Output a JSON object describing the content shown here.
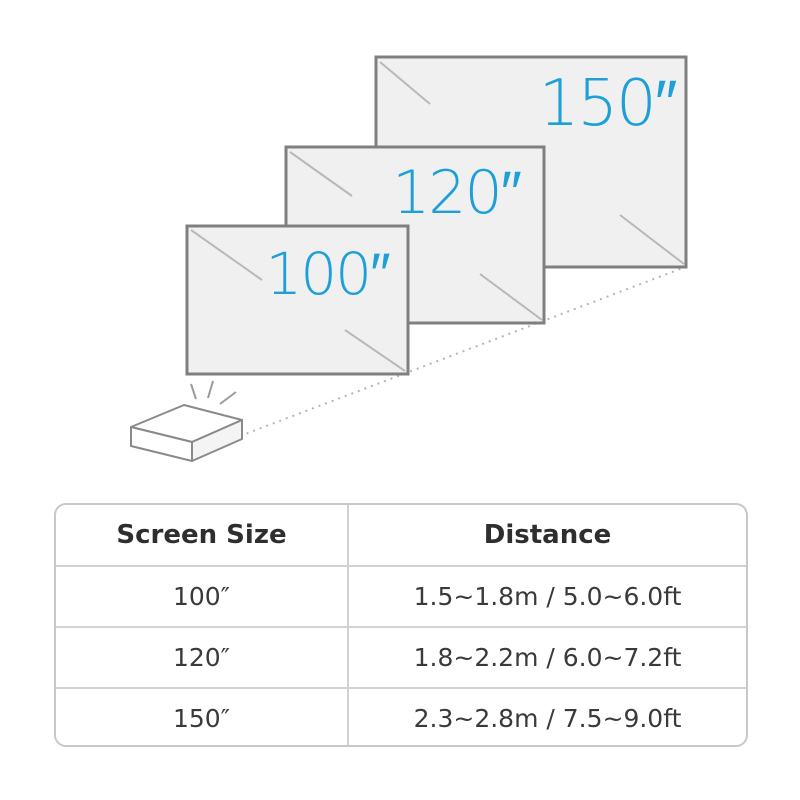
{
  "screens": [
    {
      "size": "100″"
    },
    {
      "size": "120″"
    },
    {
      "size": "150″"
    }
  ],
  "colors": {
    "accent": "#1e9fd8",
    "screen_fill": "#f0f0f0",
    "screen_border": "#7f7f7f",
    "text": "#3a3a3a"
  },
  "table": {
    "headers": [
      "Screen Size",
      "Distance"
    ],
    "rows": [
      [
        "100″",
        "1.5~1.8m / 5.0~6.0ft"
      ],
      [
        "120″",
        "1.8~2.2m / 6.0~7.2ft"
      ],
      [
        "150″",
        "2.3~2.8m / 7.5~9.0ft"
      ]
    ]
  }
}
